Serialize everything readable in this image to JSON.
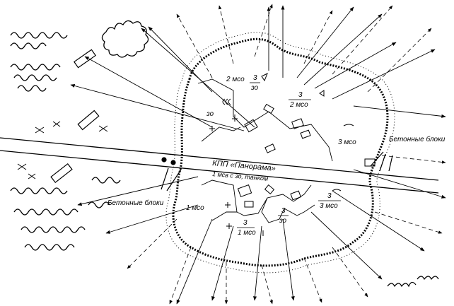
{
  "labels": {
    "checkpoint": "КПП «Панорама»",
    "checkpoint_sub": "1 мсв с зо, танком",
    "concrete_blocks_right": "Бетонные блоки",
    "concrete_blocks_left": "Бетонные блоки",
    "unit_2mso": "2 мсо",
    "unit_3_zo_top": "3",
    "unit_zo_top": "зо",
    "unit_3_2mso_num": "3",
    "unit_3_2mso_den": "2 мсо",
    "unit_zo_left": "зо",
    "unit_3mso": "3 мсо",
    "unit_1mso": "1 мсо",
    "unit_3_1mso_num": "3",
    "unit_3_1mso_den": "1 мсо",
    "unit_3_zo_bottom_num": "3",
    "unit_3_zo_bottom_den": "зо",
    "unit_3_3mso_num": "3",
    "unit_3_3mso_den": "3 мсо"
  },
  "colors": {
    "ink": "#000000",
    "paper": "#ffffff"
  }
}
